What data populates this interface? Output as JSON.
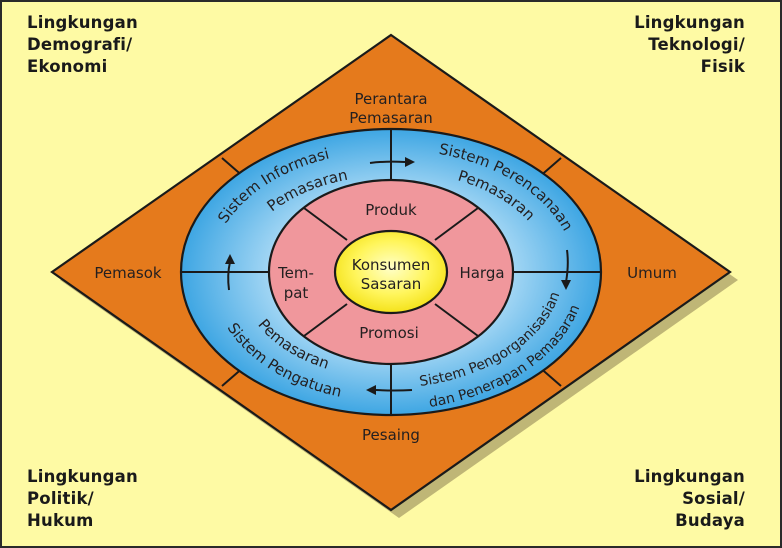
{
  "title": "Diagram lingkungan pemasaran",
  "colors": {
    "background": "#fefaa4",
    "diamond": "#e57a1c",
    "diamond_shadow": "#bfb676",
    "blue_ring_outer": "#3ea6e3",
    "blue_ring_inner": "#a9d9f5",
    "pink": "#f0979c",
    "center": "#fff34a",
    "line": "#1a1a1a"
  },
  "corners": {
    "top_left": [
      "Lingkungan",
      "Demografi/",
      "Ekonomi"
    ],
    "top_right": [
      "Lingkungan",
      "Teknologi/",
      "Fisik"
    ],
    "bottom_left": [
      "Lingkungan",
      "Politik/",
      "Hukum"
    ],
    "bottom_right": [
      "Lingkungan",
      "Sosial/",
      "Budaya"
    ]
  },
  "diamond": {
    "top": [
      "Perantara",
      "Pemasaran"
    ],
    "left": "Pemasok",
    "right": "Umum",
    "bottom": "Pesaing"
  },
  "systems_ring": {
    "top_left": [
      "Sistem Informasi",
      "Pemasaran"
    ],
    "top_right": [
      "Sistem Perencanaan",
      "Pemasaran"
    ],
    "bottom_right": [
      "Sistem Pengorganisasian",
      "dan Penerapan Pemasaran"
    ],
    "bottom_left": [
      "Sistem Pengatuan",
      "Pemasaran"
    ],
    "flow": "clockwise"
  },
  "marketing_mix": {
    "top": "Produk",
    "right": "Harga",
    "bottom": "Promosi",
    "left": [
      "Tem-",
      "pat"
    ]
  },
  "center": [
    "Konsumen",
    "Sasaran"
  ]
}
